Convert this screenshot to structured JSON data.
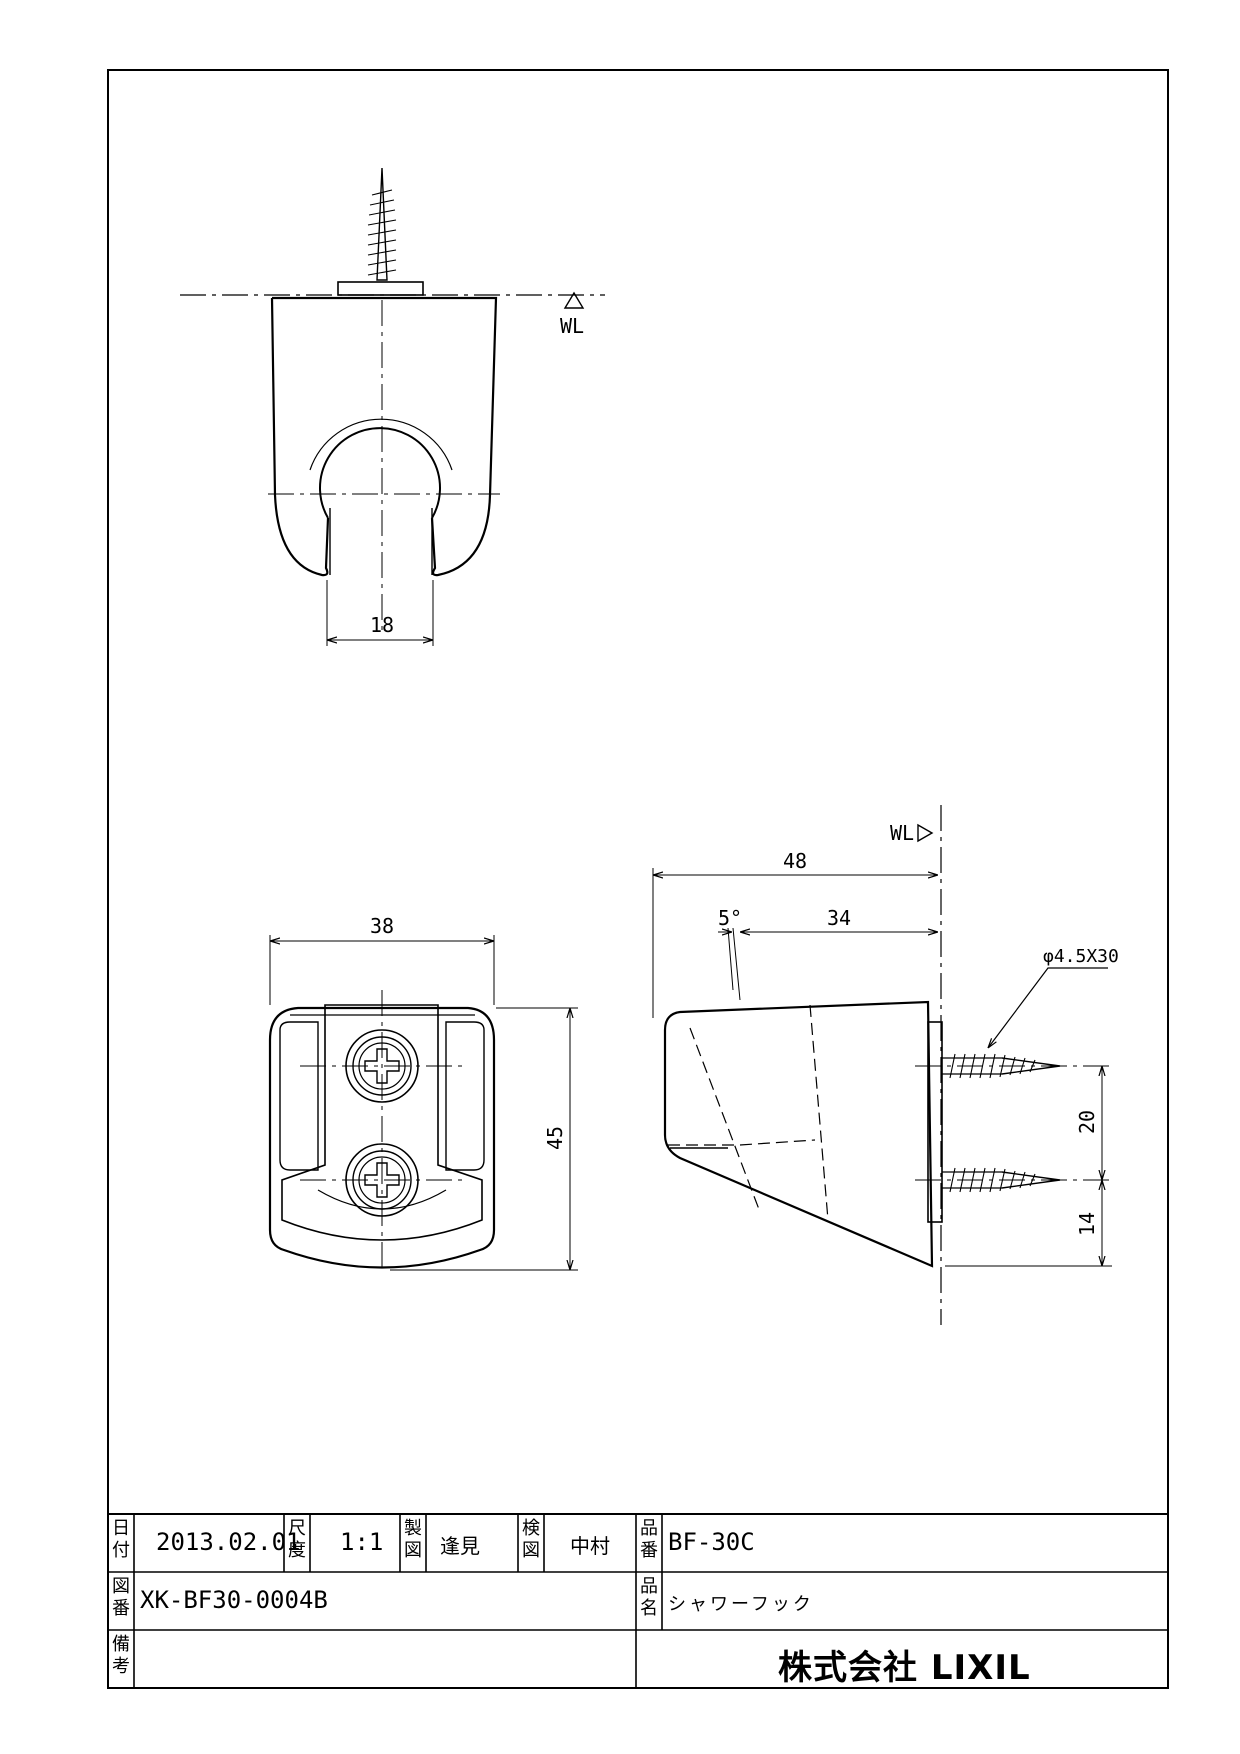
{
  "drawing": {
    "top_view": {
      "wl_label": "WL",
      "dim_width": "18"
    },
    "front_view": {
      "dim_width": "38",
      "dim_height": "45"
    },
    "side_view": {
      "wl_label": "WL",
      "dim_total_depth": "48",
      "dim_depth": "34",
      "dim_angle": "5°",
      "screw_spec": "φ4.5X30",
      "dim_screw_pitch": "20",
      "dim_bottom_offset": "14"
    }
  },
  "title_block": {
    "date_label": [
      "日",
      "付"
    ],
    "date": "2013.02.01",
    "scale_label": [
      "尺",
      "度"
    ],
    "scale": "1:1",
    "drawn_label": [
      "製",
      "図"
    ],
    "drawn_by": "逢見",
    "checked_label": [
      "検",
      "図"
    ],
    "checked_by": "中村",
    "part_no_label": [
      "品",
      "番"
    ],
    "part_no": "BF-30C",
    "drawing_no_label": [
      "図",
      "番"
    ],
    "drawing_no": "XK-BF30-0004B",
    "part_name_label": [
      "品",
      "名"
    ],
    "part_name": "シャワーフック",
    "remarks_label": [
      "備",
      "考"
    ],
    "company": "株式会社 LIXIL"
  }
}
